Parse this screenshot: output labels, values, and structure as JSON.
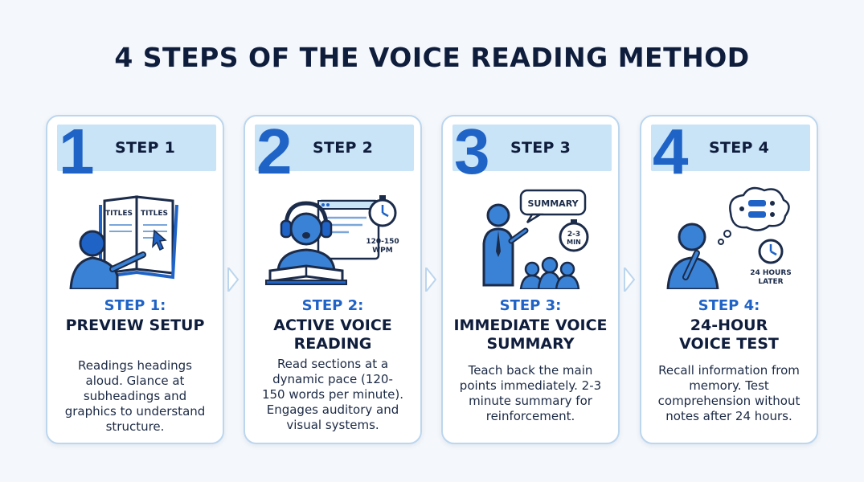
{
  "title": "4 STEPS OF THE VOICE READING METHOD",
  "colors": {
    "accent": "#1f63c6",
    "header_bg": "#c9e3f7",
    "border": "#bcd6ee",
    "dark": "#0f1d3c"
  },
  "steps": [
    {
      "number": "1",
      "chip": "STEP 1",
      "label": "STEP 1:",
      "name": "PREVIEW SETUP",
      "description": "Readings headings aloud. Glance at subheadings and graphics to understand structure.",
      "illustration": {
        "icon": "book-reading-icon",
        "page_left": "TITLES",
        "page_right": "TITLES"
      }
    },
    {
      "number": "2",
      "chip": "STEP 2",
      "label": "STEP 2:",
      "name": "ACTIVE VOICE READING",
      "description": "Read sections at a dynamic pace (120-150 words per minute). Engages auditory and visual systems.",
      "illustration": {
        "icon": "headphones-reader-icon",
        "wpm_line1": "120-150",
        "wpm_line2": "WPM"
      }
    },
    {
      "number": "3",
      "chip": "STEP 3",
      "label": "STEP 3:",
      "name": "IMMEDIATE VOICE SUMMARY",
      "description": "Teach back the main points immediately. 2-3 minute summary for reinforcement.",
      "illustration": {
        "icon": "presenter-audience-icon",
        "bubble": "SUMMARY",
        "timer_line1": "2-3",
        "timer_line2": "MIN"
      }
    },
    {
      "number": "4",
      "chip": "STEP 4",
      "label": "STEP 4:",
      "name": "24-HOUR VOICE TEST",
      "description": "Recall information from memory. Test comprehension without notes after 24 hours.",
      "illustration": {
        "icon": "thinking-person-icon",
        "later_line1": "24 HOURS",
        "later_line2": "LATER"
      }
    }
  ]
}
